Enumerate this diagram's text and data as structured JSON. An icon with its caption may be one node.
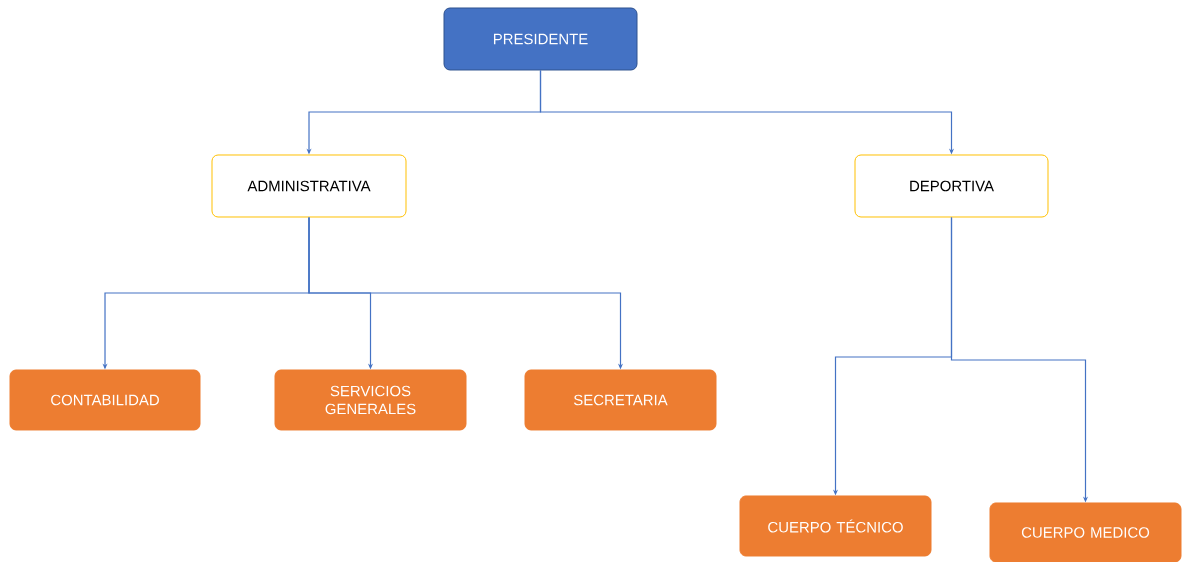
{
  "diagram": {
    "nodes": [
      {
        "text": [
          "PRESIDENTE"
        ]
      },
      {
        "text": [
          "ADMINISTRATIVA"
        ]
      },
      {
        "text": [
          "DEPORTIVA"
        ]
      },
      {
        "text": [
          "CONTABILIDAD"
        ]
      },
      {
        "text": [
          "SERVICIOS GENERALES"
        ]
      },
      {
        "text": [
          "SECRETARIA"
        ]
      },
      {
        "text": [
          "CUERPO TÉCNICO"
        ]
      },
      {
        "text": [
          "CUERPO MEDICO"
        ]
      }
    ],
    "edges": [
      {
        "from": 0,
        "to": 1,
        "arrow": "to"
      },
      {
        "from": 0,
        "to": 2,
        "arrow": "to"
      },
      {
        "from": 1,
        "to": 3,
        "arrow": "to"
      },
      {
        "from": 1,
        "to": 4,
        "arrow": "to"
      },
      {
        "from": 1,
        "to": 5,
        "arrow": "to"
      },
      {
        "from": 2,
        "to": 6,
        "arrow": "to"
      },
      {
        "from": 2,
        "to": 7,
        "arrow": "to"
      }
    ]
  }
}
